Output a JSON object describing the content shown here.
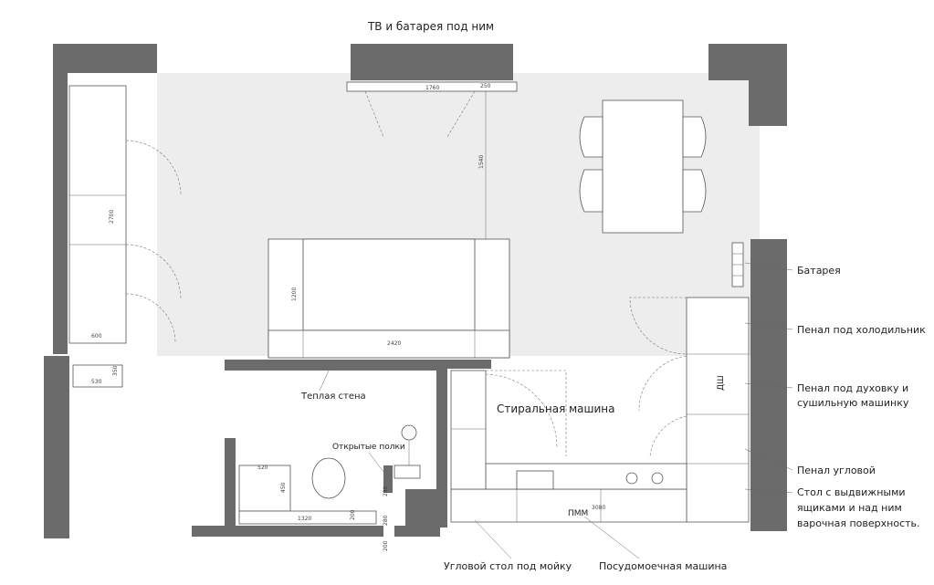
{
  "title": "ТВ и батарея под ним",
  "room_labels": {
    "warm_wall": "Теплая стена",
    "open_shelves": "Открытые полки",
    "washing_machine": "Стиральная машина",
    "dishwasher_short": "ПММ",
    "oven_short": "ДШ"
  },
  "callouts": [
    {
      "text": "Батарея"
    },
    {
      "text": "Пенал под холодильник"
    },
    {
      "text": "Пенал под духовку и",
      "text2": "сушильную машинку"
    },
    {
      "text": "Пенал угловой"
    },
    {
      "text": "Стол с выдвижными",
      "text2": "ящиками и над ним",
      "text3": "варочная поверхность."
    }
  ],
  "bottom_labels": {
    "corner_sink": "Угловой стол под мойку",
    "dishwasher": "Посудомоечная машина"
  },
  "dimensions": {
    "tv_width": "1760",
    "tv_small": "250",
    "tv_depth": "1540",
    "wardrobe_height": "2700",
    "wardrobe_depth": "600",
    "small_cab": "530",
    "small_cab_h": "350",
    "sofa_width": "2420",
    "sofa_depth": "1200",
    "kitchen_len": "3080",
    "bath_cab": "520",
    "bath_cab_h": "450",
    "bath_len": "1320",
    "bath_small": "200",
    "bath_d1": "280",
    "bath_d2": "280",
    "bath_bottom": "200"
  },
  "colors": {
    "wall": "#6b6b6b",
    "shade": "#ededed",
    "line": "#555555"
  }
}
